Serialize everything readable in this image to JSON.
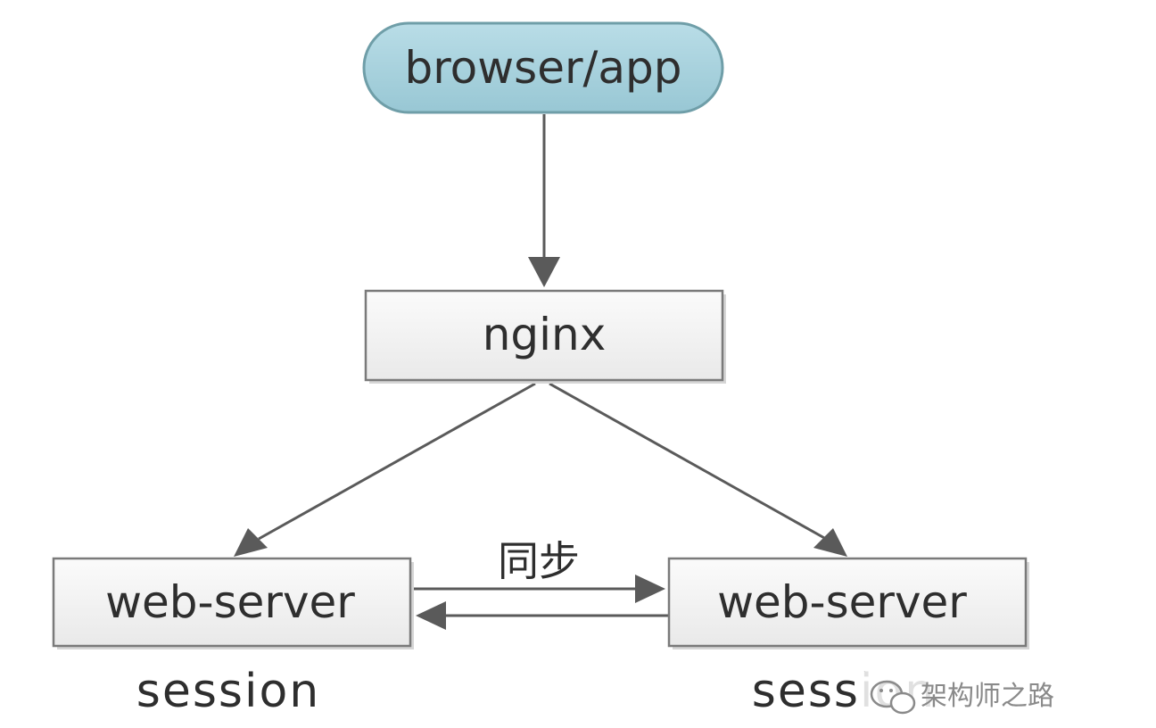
{
  "diagram": {
    "nodes": {
      "client": {
        "label": "browser/app",
        "fill": "#a9d3df",
        "stroke": "#6f9ea8"
      },
      "proxy": {
        "label": "nginx",
        "fill": "#f2f2f2",
        "stroke": "#7a7a7a"
      },
      "server_left": {
        "label": "web-server",
        "caption": "session"
      },
      "server_right": {
        "label": "web-server",
        "caption": "session"
      }
    },
    "edges": {
      "sync_label": "同步"
    },
    "colors": {
      "arrow": "#5a5a5a",
      "text": "#2e2e2e"
    }
  },
  "watermark": {
    "text": "架构师之路",
    "icon": "wechat-icon"
  }
}
